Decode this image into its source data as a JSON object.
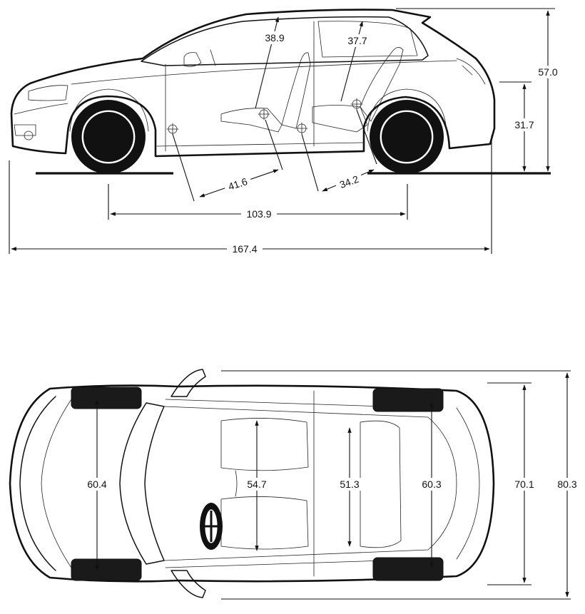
{
  "views": {
    "side": {
      "dimensions": {
        "front_headroom": "38.9",
        "rear_headroom": "37.7",
        "overall_height": "57.0",
        "rear_step_height": "31.7",
        "front_legroom": "41.6",
        "rear_legroom": "34.2",
        "wheelbase": "103.9",
        "overall_length": "167.4"
      }
    },
    "top": {
      "dimensions": {
        "front_track": "60.4",
        "front_shoulder_room": "54.7",
        "rear_shoulder_room": "51.3",
        "rear_track": "60.3",
        "body_width": "70.1",
        "overall_width_with_mirrors": "80.3"
      }
    }
  }
}
